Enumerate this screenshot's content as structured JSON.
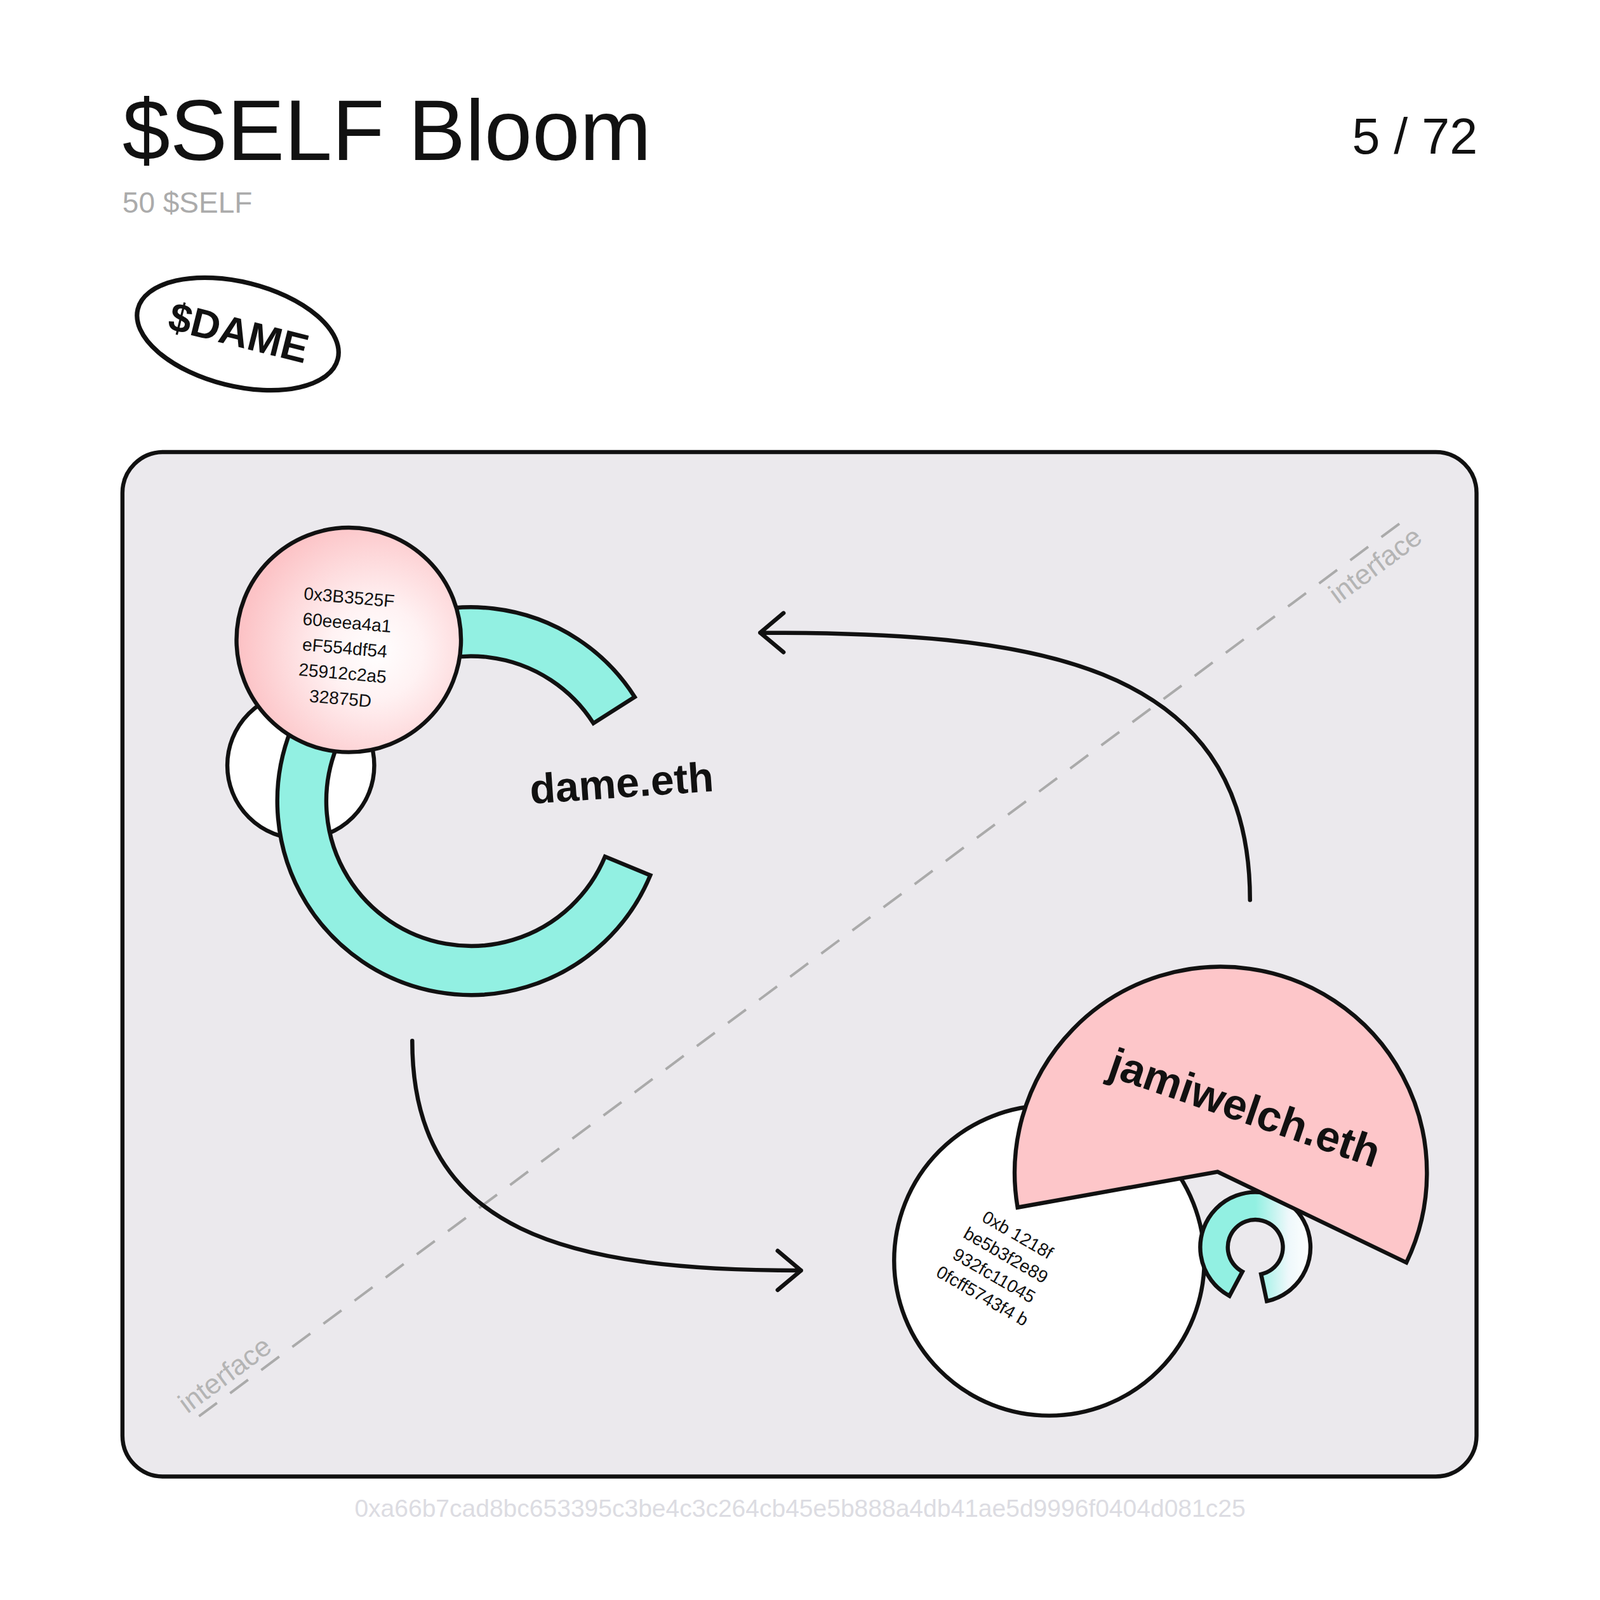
{
  "diagram": {
    "title": "$SELF Bloom",
    "nodes": [
      {
        "text": [
          "$DAME"
        ]
      },
      {
        "text": [
          "0x3B3525F 60eeea4a1 eF554df54 25912c2a5 32875D",
          "dame.eth"
        ]
      },
      {
        "text": [
          "jamiwelch.eth",
          "0xb 1218f be5b3f2e89 932fc11045 0fcff5743f4 b"
        ]
      }
    ],
    "edges": [
      {
        "from": 2,
        "to": 1,
        "arrow": "to"
      },
      {
        "from": 1,
        "to": 2,
        "arrow": "to"
      }
    ],
    "labels": [
      "50 $SELF",
      "5 / 72",
      "interface",
      "interface",
      "0xa66b7cad8bc653395c3be4c3c264cb45e5b888a4db41ae5d9996f0404d081c25"
    ]
  }
}
